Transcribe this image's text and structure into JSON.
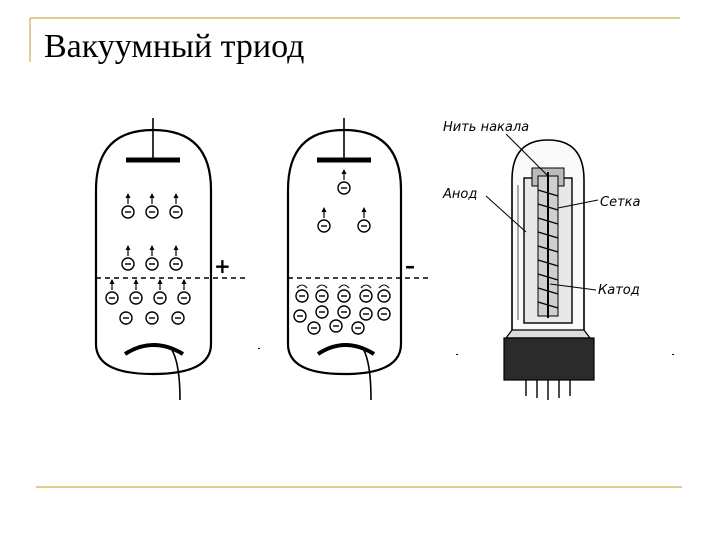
{
  "slide": {
    "title": "Вакуумный триод",
    "accent_color": "#C9B04A"
  },
  "diagram": {
    "left_tube_grid_sign": "+",
    "middle_tube_grid_sign": "–",
    "labels": {
      "filament": "Нить накала",
      "anode": "Анод",
      "grid": "Сетка",
      "cathode": "Катод"
    }
  }
}
